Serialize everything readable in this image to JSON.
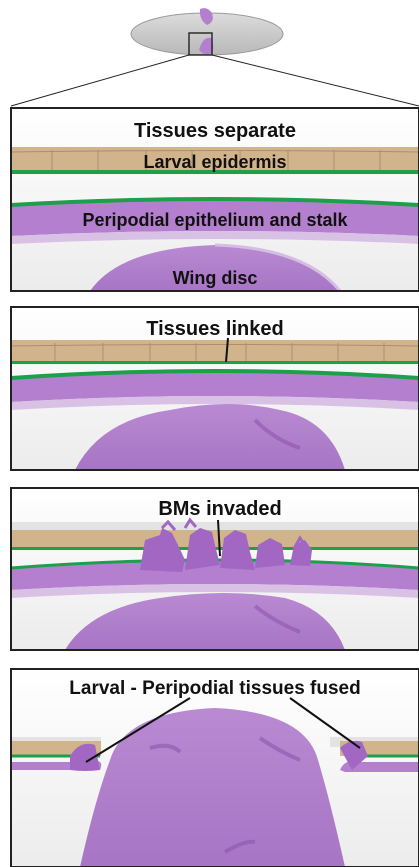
{
  "panels": [
    {
      "title": "Tissues separate",
      "labels": {
        "epidermis": "Larval epidermis",
        "peripodial": "Peripodial epithelium and stalk",
        "disc": "Wing disc"
      }
    },
    {
      "title": "Tissues linked"
    },
    {
      "title": "BMs invaded"
    },
    {
      "title": "Larval - Peripodial tissues fused"
    }
  ],
  "colors": {
    "epidermis": "#d2b48c",
    "basement_membrane": "#1e9f4a",
    "tissue": "#b57fcf",
    "tissue_dark": "#9a5db8",
    "background": "#f5f5f5",
    "larva": "#c8c8c8"
  },
  "icons": [
    "larva-body-icon",
    "wing-disc-outline-icon"
  ]
}
